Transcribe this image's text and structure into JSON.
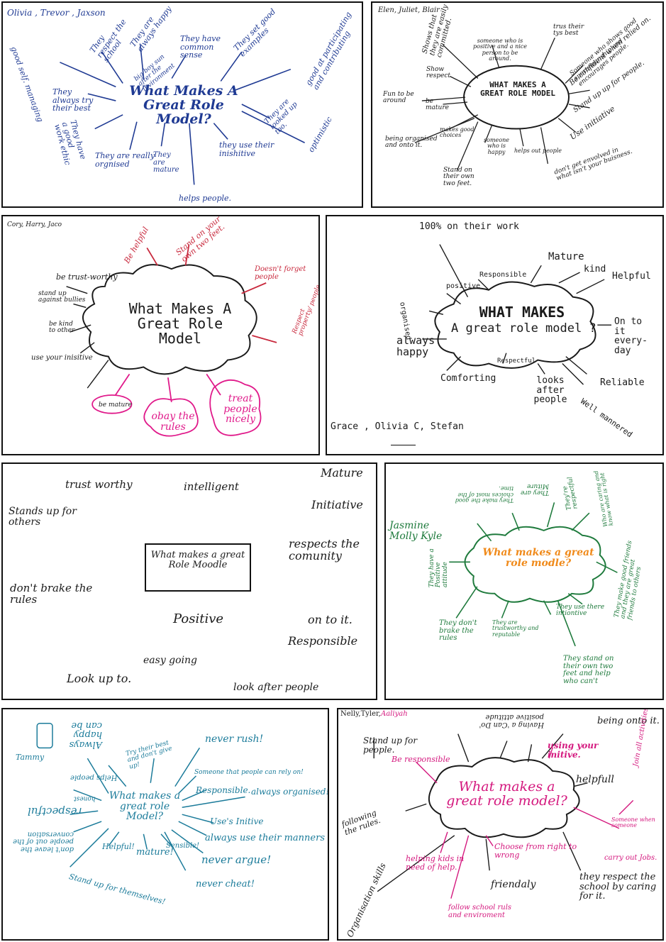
{
  "panel1": {
    "names": "Olivia , Trevor , Jaxson",
    "center": "What Makes A Great Role Model?",
    "items": [
      "good self. managing",
      "They respect the school",
      "They are always happy",
      "They set good examples",
      "They have common sense",
      "good at participating and contributing",
      "They always try their best",
      "They have a good work ethic",
      "They are really orgnised",
      "They are mature",
      "helps people.",
      "they use their inishitive",
      "They are looked up too.",
      "optimistic",
      "big boy sun after the invironment"
    ]
  },
  "panel2": {
    "names": "Elen, Juliet, Blair",
    "center": "WHAT MAKES A GREAT ROLE MODEL",
    "items": [
      "Shows that they are easily committed.",
      "someone who is positive and a nice person to be around.",
      "trus their tys best",
      "Show respect",
      "Fun to be around",
      "be mature",
      "Someone who shows good sportsmanship and encourages people.",
      "Be confident when relied on.",
      "Stand up up for people.",
      "Use initiative",
      "makes good choices",
      "being organised and onto it.",
      "someone who is happy",
      "Stand on their own two feet.",
      "helps out people",
      "don't get envolved in what isn't your buisness."
    ]
  },
  "panel3": {
    "names": "Cory, Harry, Jaco",
    "center": "What Makes A Great Role Model",
    "items": [
      "be trust-worthy",
      "Be helpful",
      "Stand on your own two feet.",
      "Doesn't forget people",
      "stand up against bullies",
      "be kind to other",
      "Respect property/ people.",
      "use your inisitive",
      "be mature",
      "obay the rules",
      "treat people nicely"
    ]
  },
  "panel4": {
    "names": "Grace , Olivia C, Stefan",
    "center_top": "WHAT MAKES",
    "center_bottom": "A great role model ?",
    "items": [
      "100% on their work",
      "Mature",
      "kind",
      "Helpful",
      "Responsible",
      "positive",
      "organised",
      "always happy",
      "On to it every-day",
      "Respectful",
      "Comforting",
      "looks after people",
      "Reliable",
      "Well mannered"
    ]
  },
  "panel5": {
    "center": "What makes a great Role Moodle",
    "items": [
      "trust worthy",
      "intelligent",
      "Mature",
      "Stands up for others",
      "Initiative",
      "respects the comunity",
      "don't brake the rules",
      "Positive",
      "on to it.",
      "Responsible",
      "easy going",
      "Look up to.",
      "look after people"
    ]
  },
  "panel6": {
    "names": "Jasmine Molly Kyle",
    "center": "What makes a great role modle?",
    "items": [
      "They make the good choices most of the time.",
      "They are Miture",
      "They're respectful",
      "Who are caring and know what is right",
      "They have a Positive attitude",
      "They make good friends and they are great friends to others",
      "They use there intiontive",
      "They don't brake the rules",
      "They are trustworthy and reputable",
      "They stand on their own two feet and help who can't"
    ]
  },
  "panel7": {
    "center": "What makes a great role Model?",
    "items": [
      "Always happy can be",
      "Try their best and don't give up!",
      "never rush!",
      "Tammy",
      "Helps people",
      "Someone that people can rely on!",
      "honest",
      "Responsible.",
      "always organised!",
      "respectful",
      "don't leave the people out of the conversation",
      "Use's Initive",
      "always use their manners",
      "Helpful!",
      "mature!",
      "Sensible!",
      "never argue!",
      "never cheat!",
      "Stand up for themselves!"
    ]
  },
  "panel8": {
    "names_a": "Nelly,Tyler,",
    "names_b": "Aaliyah",
    "center": "What makes a great role model?",
    "items": [
      "Having a 'Can Do' positive attitude",
      "being onto it.",
      "Stand up for people.",
      "Be responsible",
      "using your initive.",
      "helpfull",
      "Join all activities",
      "following the rules.",
      "Someone when someone",
      "carry out Jobs.",
      "helping kids in need of help.",
      "Choose from right to wrong",
      "friendaly",
      "they respect the school by caring for it.",
      "Organisation skills",
      "follow school ruls and enviroment"
    ]
  }
}
